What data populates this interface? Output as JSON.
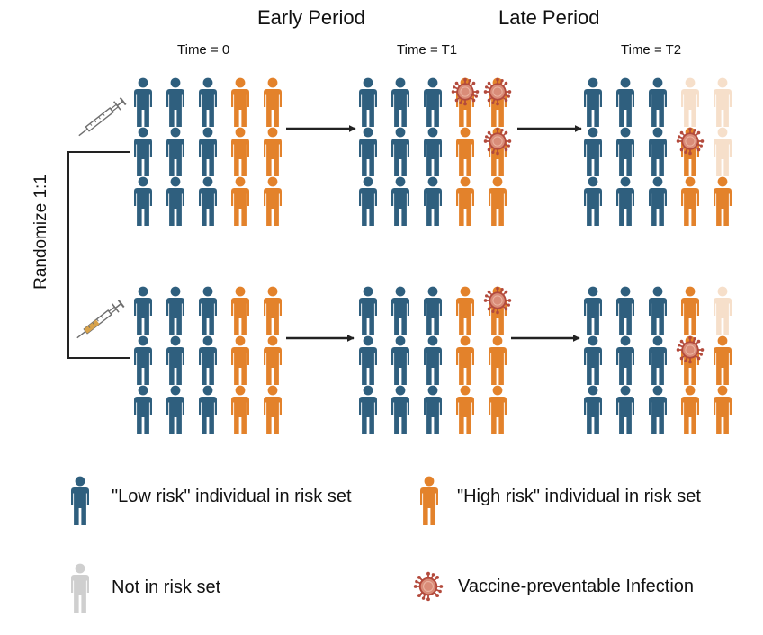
{
  "headers": {
    "early_period": "Early Period",
    "late_period": "Late Period",
    "time_0": "Time = 0",
    "time_t1": "Time = T1",
    "time_t2": "Time = T2"
  },
  "randomize_label": "Randomize 1:1",
  "colors": {
    "low_risk": "#2f5f7e",
    "high_risk": "#e3822b",
    "not_in_risk_set_grey": "#cfcfcf",
    "not_in_risk_set_faded": "#f6dfca",
    "infection": "#b34a3c",
    "arrow": "#222222"
  },
  "legend": {
    "low_risk": "\"Low risk\" individual in risk set",
    "high_risk": "\"High risk\" individual in risk set",
    "not_in_risk_set": "Not in risk set",
    "infection": "Vaccine-preventable Infection"
  },
  "arms": [
    {
      "name": "placebo",
      "icon": "empty-syringe-icon",
      "panels": [
        {
          "time": "0",
          "grid": [
            [
              "L",
              "L",
              "L",
              "H",
              "H"
            ],
            [
              "L",
              "L",
              "L",
              "H",
              "H"
            ],
            [
              "L",
              "L",
              "L",
              "H",
              "H"
            ]
          ],
          "infections": []
        },
        {
          "time": "T1",
          "grid": [
            [
              "L",
              "L",
              "L",
              "H",
              "H"
            ],
            [
              "L",
              "L",
              "L",
              "H",
              "H"
            ],
            [
              "L",
              "L",
              "L",
              "H",
              "H"
            ]
          ],
          "infections": [
            [
              0,
              3
            ],
            [
              0,
              4
            ],
            [
              1,
              4
            ]
          ]
        },
        {
          "time": "T2",
          "grid": [
            [
              "L",
              "L",
              "L",
              "N",
              "N"
            ],
            [
              "L",
              "L",
              "L",
              "H",
              "N"
            ],
            [
              "L",
              "L",
              "L",
              "H",
              "H"
            ]
          ],
          "infections": [
            [
              1,
              3
            ]
          ]
        }
      ]
    },
    {
      "name": "vaccine",
      "icon": "filled-syringe-icon",
      "panels": [
        {
          "time": "0",
          "grid": [
            [
              "L",
              "L",
              "L",
              "H",
              "H"
            ],
            [
              "L",
              "L",
              "L",
              "H",
              "H"
            ],
            [
              "L",
              "L",
              "L",
              "H",
              "H"
            ]
          ],
          "infections": []
        },
        {
          "time": "T1",
          "grid": [
            [
              "L",
              "L",
              "L",
              "H",
              "H"
            ],
            [
              "L",
              "L",
              "L",
              "H",
              "H"
            ],
            [
              "L",
              "L",
              "L",
              "H",
              "H"
            ]
          ],
          "infections": [
            [
              0,
              4
            ]
          ]
        },
        {
          "time": "T2",
          "grid": [
            [
              "L",
              "L",
              "L",
              "H",
              "N"
            ],
            [
              "L",
              "L",
              "L",
              "H",
              "H"
            ],
            [
              "L",
              "L",
              "L",
              "H",
              "H"
            ]
          ],
          "infections": [
            [
              1,
              3
            ]
          ]
        }
      ]
    }
  ]
}
